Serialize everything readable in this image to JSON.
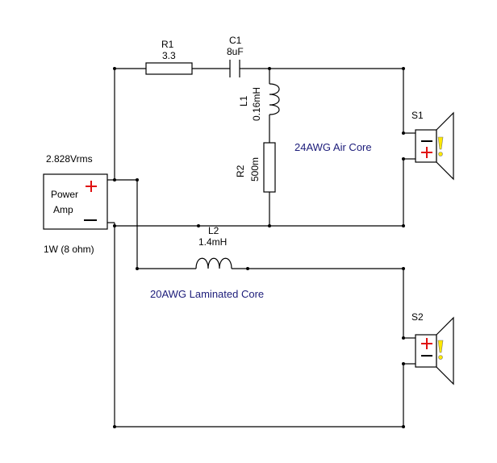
{
  "amp": {
    "voltage": "2.828Vrms",
    "name_line1": "Power",
    "name_line2": "Amp",
    "rating": "1W (8 ohm)"
  },
  "components": {
    "r1": {
      "name": "R1",
      "value": "3.3"
    },
    "c1": {
      "name": "C1",
      "value": "8uF"
    },
    "l1": {
      "name": "L1",
      "value": "0.16mH"
    },
    "r2": {
      "name": "R2",
      "value": "500m"
    },
    "l2": {
      "name": "L2",
      "value": "1.4mH"
    }
  },
  "speakers": {
    "s1": {
      "name": "S1"
    },
    "s2": {
      "name": "S2"
    }
  },
  "notes": {
    "air_core": "24AWG Air Core",
    "laminated_core": "20AWG Laminated Core"
  },
  "colors": {
    "wire": "#000000",
    "polarity_plus": "#e01010",
    "note_text": "#1c1c7a",
    "speaker_marker": "#ffe800"
  }
}
